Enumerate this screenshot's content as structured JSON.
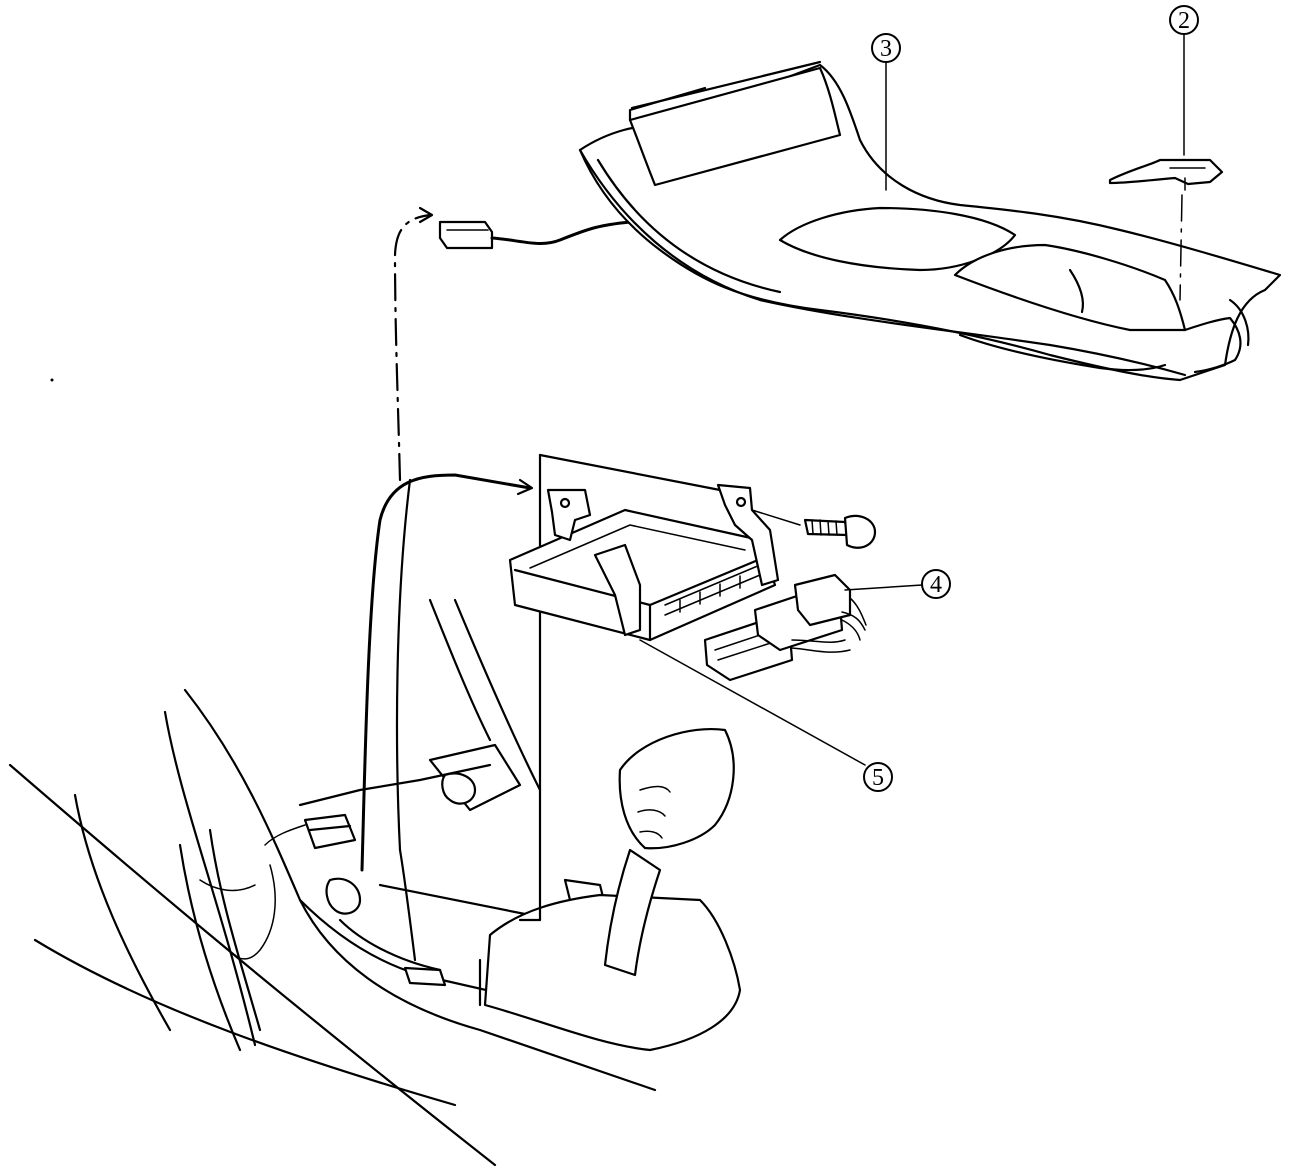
{
  "callouts": [
    {
      "id": "2",
      "label": "2"
    },
    {
      "id": "3",
      "label": "3"
    },
    {
      "id": "4",
      "label": "4"
    },
    {
      "id": "5",
      "label": "5"
    }
  ],
  "parts": {
    "clip": "2",
    "console": "3",
    "connectors": "4",
    "control-module": "5"
  }
}
